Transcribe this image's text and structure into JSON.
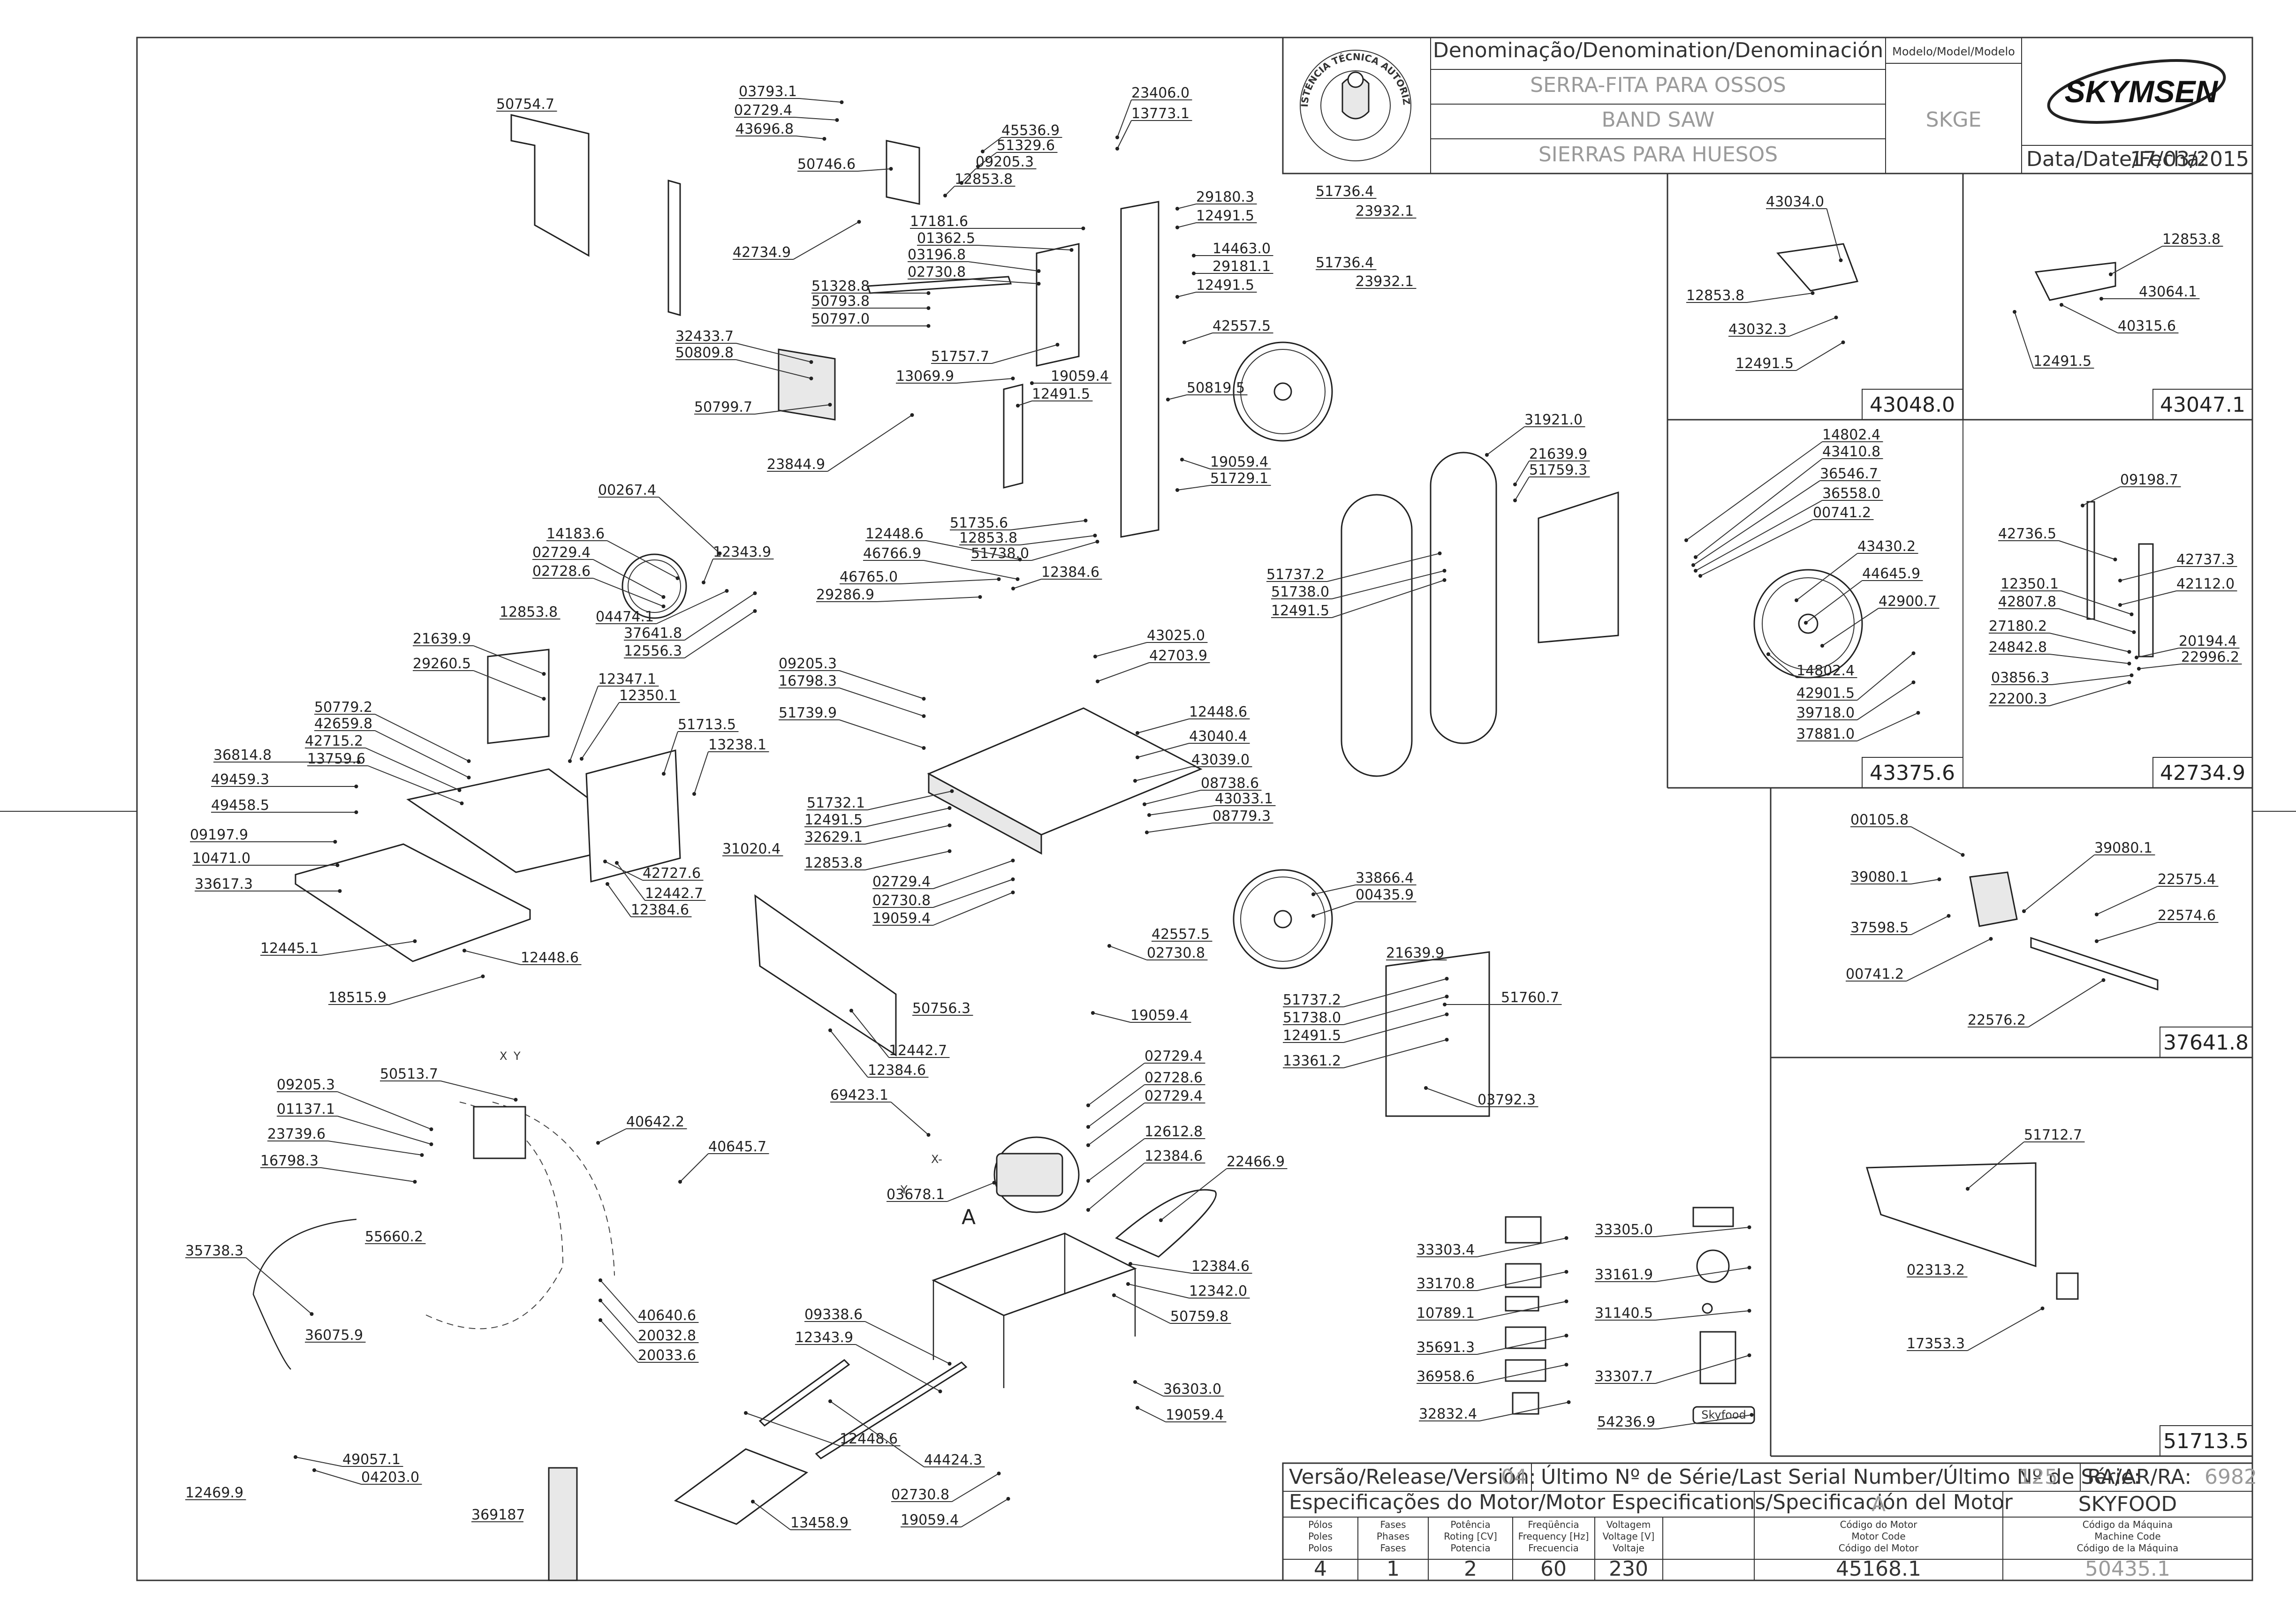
{
  "title_block": {
    "denomination_header": "Denominação/Denomination/Denominación",
    "name_pt": "SERRA-FITA PARA OSSOS",
    "name_en": "BAND SAW",
    "name_es": "SIERRAS PARA HUESOS",
    "model_header": "Modelo/Model/Modelo",
    "model": "SKGE",
    "brand": "SKYMSEN",
    "date_label": "Data/Date/Fecha:",
    "date": "17/03/2015",
    "seal_text": "ASSISTÊNCIA TÉCNICA AUTORIZADA"
  },
  "sub_assemblies": [
    "43048.0",
    "43047.1",
    "43375.6",
    "42734.9",
    "37641.8",
    "51713.5"
  ],
  "footer": {
    "version_label": "Versão/Release/Versión:",
    "version": "04",
    "serial_label": "Último Nº de Série/Last Serial Number/Último Nº de Série:",
    "serial": "125",
    "ra_label": "RA/AR/RA:",
    "ra": "6982",
    "motor_spec_label": "Especificações do Motor/Motor Especifications/Specificación del Motor",
    "motor_letter": "A",
    "brand_name": "SKYFOOD",
    "columns": [
      {
        "h": [
          "Pólos",
          "Poles",
          "Polos"
        ],
        "v": "4"
      },
      {
        "h": [
          "Fases",
          "Phases",
          "Fases"
        ],
        "v": "1"
      },
      {
        "h": [
          "Potência",
          "Roting [CV]",
          "Potencia"
        ],
        "v": "2"
      },
      {
        "h": [
          "Freqüência",
          "Frequency [Hz]",
          "Frecuencia"
        ],
        "v": "60"
      },
      {
        "h": [
          "Voltagem",
          "Voltage [V]",
          "Voltaje"
        ],
        "v": "230"
      },
      {
        "h": [
          "Código do Motor",
          "Motor Code",
          "Código del Motor"
        ],
        "v": "45168.1"
      },
      {
        "h": [
          "Código da Máquina",
          "Machine Code",
          "Código de la Máquina"
        ],
        "v": "50435.1"
      }
    ]
  },
  "labels": {
    "main": [
      "50754.7",
      "03793.1",
      "02729.4",
      "43696.8",
      "50746.6",
      "45536.9",
      "51329.6",
      "09205.3",
      "12853.8",
      "23406.0",
      "13773.1",
      "29180.3",
      "12491.5",
      "17181.6",
      "01362.5",
      "03196.8",
      "02730.8",
      "14463.0",
      "29181.1",
      "12491.5",
      "51328.8",
      "50793.8",
      "50797.0",
      "42734.9",
      "32433.7",
      "50809.8",
      "50799.7",
      "51757.7",
      "13069.9",
      "19059.4",
      "12491.5",
      "42557.5",
      "50819.5",
      "23844.9",
      "19059.4",
      "51729.1",
      "51735.6",
      "12853.8",
      "51738.0",
      "51736.4",
      "23932.1",
      "51736.4",
      "23932.1",
      "31921.0",
      "21639.9",
      "51759.3",
      "51737.2",
      "51738.0",
      "12491.5",
      "00267.4",
      "14183.6",
      "02729.4",
      "02728.6",
      "12343.9",
      "04474.1",
      "37641.8",
      "12556.3",
      "12853.8",
      "21639.9",
      "29260.5",
      "12448.6",
      "46766.9",
      "46765.0",
      "29286.9",
      "12384.6",
      "12347.1",
      "12350.1",
      "09205.3",
      "16798.3",
      "51739.9",
      "43025.0",
      "42703.9",
      "12448.6",
      "43040.4",
      "43039.0",
      "08738.6",
      "43033.1",
      "08779.3",
      "50779.2",
      "42659.8",
      "42715.2",
      "13759.6",
      "51713.5",
      "13238.1",
      "36814.8",
      "49459.3",
      "49458.5",
      "09197.9",
      "10471.0",
      "33617.3",
      "31020.4",
      "51732.1",
      "12491.5",
      "32629.1",
      "12853.8",
      "02729.4",
      "02730.8",
      "19059.4",
      "33866.4",
      "00435.9",
      "42557.5",
      "42727.6",
      "12442.7",
      "12384.6",
      "12445.1",
      "12448.6",
      "18515.9",
      "21639.9",
      "51737.2",
      "51738.0",
      "12491.5",
      "51760.7",
      "13361.2",
      "03792.3",
      "02730.8",
      "19059.4",
      "50756.3",
      "12442.7",
      "12384.6",
      "09205.3",
      "01137.1",
      "23739.6",
      "16798.3",
      "50513.7",
      "40642.2",
      "40645.7",
      "55660.2",
      "35738.3",
      "36075.9",
      "40640.6",
      "20032.8",
      "20033.6",
      "69423.1",
      "03678.1",
      "02729.4",
      "02728.6",
      "02729.4",
      "12612.8",
      "12384.6",
      "22466.9",
      "12384.6",
      "12342.0",
      "50759.8",
      "09338.6",
      "12343.9",
      "36303.0",
      "19059.4",
      "12448.6",
      "44424.3",
      "02730.8",
      "19059.4",
      "13458.9",
      "12469.9",
      "49057.1",
      "04203.0",
      "369187",
      "33303.4",
      "33170.8",
      "10789.1",
      "35691.3",
      "36958.6",
      "32832.4",
      "33305.0",
      "33161.9",
      "31140.5",
      "33307.7",
      "54236.9"
    ],
    "a43048": [
      "43034.0",
      "12853.8",
      "43032.3",
      "12491.5"
    ],
    "a43047": [
      "12853.8",
      "43064.1",
      "40315.6",
      "12491.5"
    ],
    "a43375": [
      "14802.4",
      "43410.8",
      "36546.7",
      "36558.0",
      "00741.2",
      "43430.2",
      "44645.9",
      "42900.7",
      "14802.4",
      "42901.5",
      "39718.0",
      "37881.0"
    ],
    "a42734": [
      "09198.7",
      "42736.5",
      "42737.3",
      "12350.1",
      "42112.0",
      "42807.8",
      "27180.2",
      "24842.8",
      "20194.4",
      "22996.2",
      "03856.3",
      "22200.3"
    ],
    "a37641": [
      "00105.8",
      "39080.1",
      "39080.1",
      "22575.4",
      "22574.6",
      "37598.5",
      "00741.2",
      "22576.2"
    ],
    "a51713": [
      "51712.7",
      "02313.2",
      "17353.3"
    ],
    "misc": [
      "X",
      "Y",
      "A",
      "Y",
      "X-",
      "Skyfood"
    ]
  }
}
